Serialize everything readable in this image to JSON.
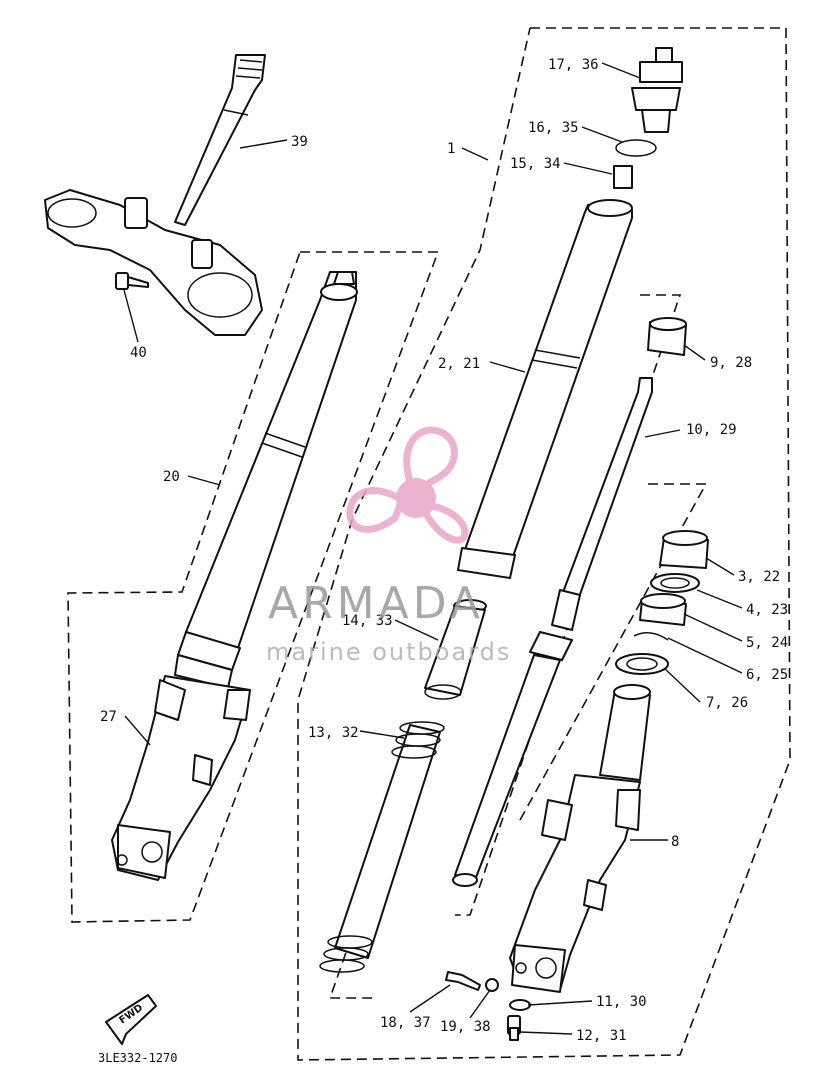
{
  "labels": {
    "l1": "1",
    "l2_21": "2, 21",
    "l3_22": "3, 22",
    "l4_23": "4, 23",
    "l5_24": "5, 24",
    "l6_25": "6, 25",
    "l7_26": "7, 26",
    "l8": "8",
    "l9_28": "9, 28",
    "l10_29": "10, 29",
    "l11_30": "11, 30",
    "l12_31": "12, 31",
    "l13_32": "13, 32",
    "l14_33": "14, 33",
    "l15_34": "15, 34",
    "l16_35": "16, 35",
    "l17_36": "17, 36",
    "l18_37": "18, 37",
    "l19_38": "19, 38",
    "l20": "20",
    "l27": "27",
    "l39": "39",
    "l40": "40"
  },
  "fwd_label": "FWD",
  "diagram_code": "3LE332-1270",
  "watermark": {
    "title": "ARMADA",
    "subtitle": "marine outboards",
    "color_pink": "#e8a6c8",
    "color_gray": "#9a9a9a"
  }
}
